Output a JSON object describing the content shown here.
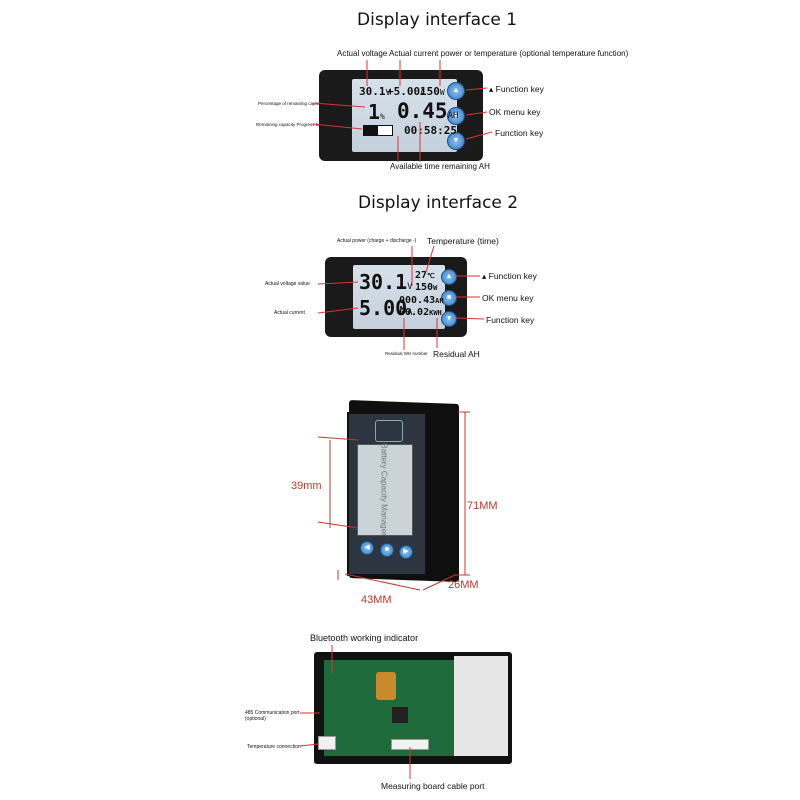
{
  "section1": {
    "title": "Display interface 1",
    "top_label": "Actual voltage Actual current power or temperature (optional temperature function)",
    "left_label_1": "Percentage of remaining capacity",
    "left_label_2": "Remaining capacity Progress bar",
    "right_label_1": "Function key",
    "right_label_2": "OK menu key",
    "right_label_3": "Function key",
    "bottom_label": "Available time remaining AH",
    "lcd": {
      "voltage": "30.1",
      "voltage_unit": "V",
      "current": "+5.00",
      "current_unit": "A",
      "power": "150",
      "power_unit": "W",
      "percent": "1",
      "percent_unit": "%",
      "ah": "0.45",
      "ah_unit": "AH",
      "time": "00:58:25"
    }
  },
  "section2": {
    "title": "Display interface 2",
    "top_label_1": "Actual power (charge + discharge -)",
    "top_label_2": "Temperature (time)",
    "left_label_1": "Actual voltage value",
    "left_label_2": "Actual current",
    "right_label_1": "Function key",
    "right_label_2": "OK menu key",
    "right_label_3": "Function key",
    "bottom_label_1": "Residual WH number",
    "bottom_label_2": "Residual AH",
    "lcd": {
      "voltage": "30.1",
      "voltage_unit": "V",
      "current": "5.00",
      "current_unit": "A",
      "temp": "27",
      "temp_unit": "℃",
      "power": "150",
      "power_unit": "W",
      "ah": "000.43",
      "ah_unit": "AH",
      "kwh": "00.02",
      "kwh_unit": "KWH"
    }
  },
  "section3": {
    "dim_height_screen": "39mm",
    "dim_height_total": "71MM",
    "dim_width": "43MM",
    "dim_depth": "26MM",
    "screen_text": "Battery Capacity Manager"
  },
  "section4": {
    "top_label": "Bluetooth working indicator",
    "left_label_1": "485 Communication port (optional)",
    "left_label_2": "Temperature connection",
    "bottom_label": "Measuring board cable port"
  }
}
